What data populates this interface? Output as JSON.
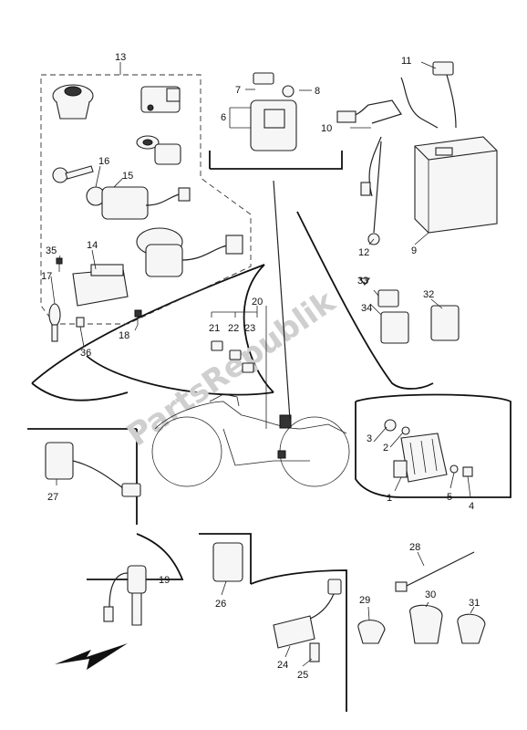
{
  "diagram": {
    "watermark": "PartsRepublik",
    "callouts": {
      "c1": "1",
      "c2": "2",
      "c3": "3",
      "c4": "4",
      "c5": "5",
      "c6": "6",
      "c7": "7",
      "c8": "8",
      "c9": "9",
      "c10": "10",
      "c11": "11",
      "c12": "12",
      "c13": "13",
      "c14": "14",
      "c15": "15",
      "c16": "16",
      "c17": "17",
      "c18": "18",
      "c19": "19",
      "c20": "20",
      "c21": "21",
      "c22": "22",
      "c23": "23",
      "c24": "24",
      "c25": "25",
      "c26": "26",
      "c27": "27",
      "c28": "28",
      "c29": "29",
      "c30": "30",
      "c31": "31",
      "c32": "32",
      "c33": "33",
      "c34": "34",
      "c35": "35",
      "c36": "36"
    }
  }
}
